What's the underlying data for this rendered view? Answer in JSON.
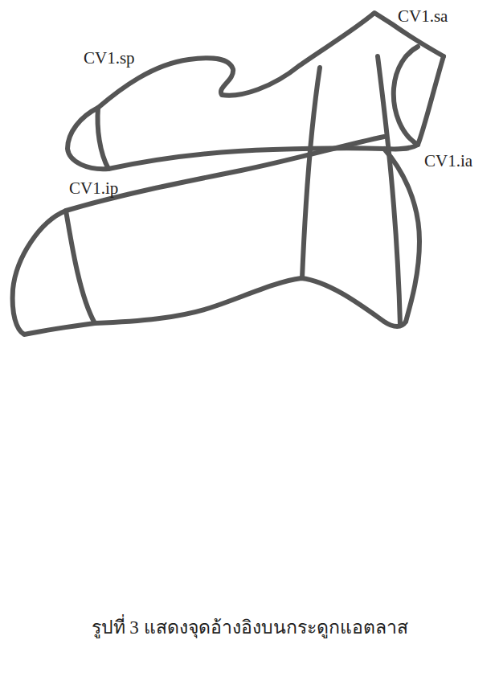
{
  "diagram": {
    "caption": "รูปที่ 3 แสดงจุดอ้างอิงบนกระดูกแอตลาส",
    "labels": [
      "CV1.sa",
      "CV1.sp",
      "CV1.ia",
      "CV1.ip"
    ]
  }
}
